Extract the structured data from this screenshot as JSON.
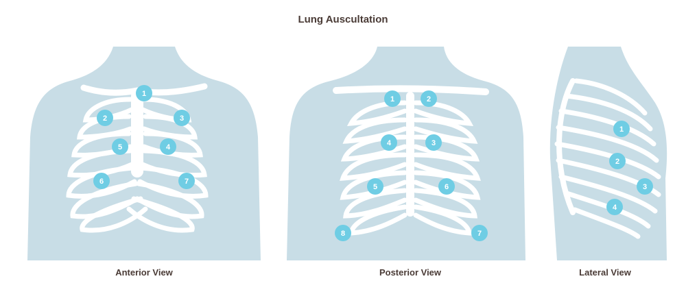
{
  "title": "Lung Auscultation",
  "views": [
    {
      "label": "Anterior View",
      "points": [
        "1",
        "2",
        "3",
        "4",
        "5",
        "6",
        "7"
      ]
    },
    {
      "label": "Posterior View",
      "points": [
        "1",
        "2",
        "3",
        "4",
        "5",
        "6",
        "7",
        "8"
      ]
    },
    {
      "label": "Lateral View",
      "points": [
        "1",
        "2",
        "3",
        "4"
      ]
    }
  ],
  "side_id": "573547993",
  "colors": {
    "body": "#c8dde6",
    "ribs": "#ffffff",
    "point": "#6fcde4",
    "text": "#4a3b36"
  }
}
